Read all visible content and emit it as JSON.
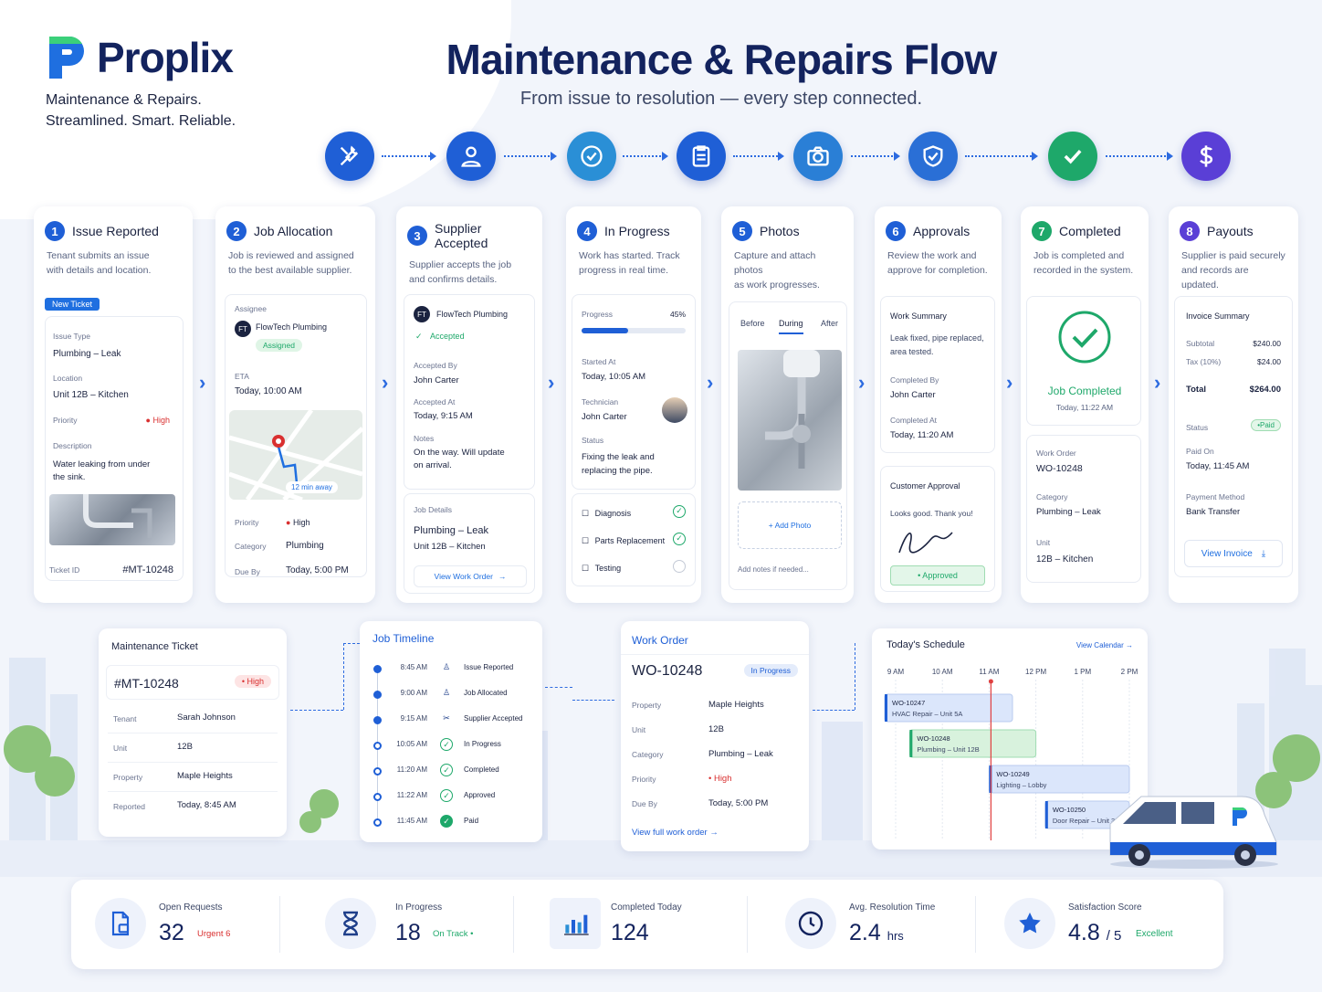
{
  "brand": {
    "name": "Proplix",
    "tagline1": "Maintenance & Repairs.",
    "tagline2": "Streamlined. Smart. Reliable."
  },
  "header": {
    "title": "Maintenance & Repairs Flow",
    "subtitle": "From issue to resolution — every step connected."
  },
  "flow_icons": [
    {
      "icon": "wrench-screwdriver-icon",
      "color": "#1f5fd6"
    },
    {
      "icon": "user-icon",
      "color": "#1f5fd6"
    },
    {
      "icon": "check-circle-icon",
      "color": "#2a8fd6"
    },
    {
      "icon": "clipboard-icon",
      "color": "#1f5fd6"
    },
    {
      "icon": "camera-icon",
      "color": "#2a7fd6"
    },
    {
      "icon": "shield-check-icon",
      "color": "#2a6fd6"
    },
    {
      "icon": "checkmark-icon",
      "color": "#1ea86a"
    },
    {
      "icon": "dollar-icon",
      "color": "#5a3fd6"
    }
  ],
  "steps": [
    {
      "num": "1",
      "title": "Issue Reported",
      "desc1": "Tenant submits an issue",
      "desc2": "with details and location.",
      "badge": "New Ticket",
      "issue_type_label": "Issue Type",
      "issue_type": "Plumbing – Leak",
      "location_label": "Location",
      "location": "Unit 12B – Kitchen",
      "priority_label": "Priority",
      "priority": "High",
      "description_label": "Description",
      "description1": "Water leaking from under",
      "description2": "the sink.",
      "ticket_label": "Ticket ID",
      "ticket_id": "#MT-10248"
    },
    {
      "num": "2",
      "title": "Job Allocation",
      "desc1": "Job is reviewed and assigned",
      "desc2": "to the best available supplier.",
      "assignee_label": "Assignee",
      "initials": "FT",
      "supplier": "FlowTech Plumbing",
      "status": "Assigned",
      "eta_label": "ETA",
      "eta": "Today, 10:00 AM",
      "map_badge": "12 min away",
      "priority_label": "Priority",
      "priority": "High",
      "category_label": "Category",
      "category": "Plumbing",
      "due_label": "Due By",
      "due": "Today, 5:00 PM"
    },
    {
      "num": "3",
      "title": "Supplier Accepted",
      "desc1": "Supplier accepts the job",
      "desc2": "and confirms details.",
      "initials": "FT",
      "supplier": "FlowTech Plumbing",
      "status": "Accepted",
      "accepted_by_label": "Accepted By",
      "accepted_by": "John Carter",
      "accepted_at_label": "Accepted At",
      "accepted_at": "Today, 9:15 AM",
      "notes_label": "Notes",
      "notes1": "On the way. Will update",
      "notes2": "on arrival.",
      "job_details_label": "Job Details",
      "job_title": "Plumbing – Leak",
      "job_unit": "Unit 12B – Kitchen",
      "link": "View Work Order"
    },
    {
      "num": "4",
      "title": "In Progress",
      "desc1": "Work has started. Track",
      "desc2": "progress in real time.",
      "progress_label": "Progress",
      "progress_text": "45%",
      "progress": 0.45,
      "started_label": "Started At",
      "started": "Today, 10:05 AM",
      "tech_label": "Technician",
      "tech": "John Carter",
      "status_label": "Status",
      "status1": "Fixing the leak and",
      "status2": "replacing the pipe.",
      "checklist": [
        {
          "label": "Diagnosis",
          "done": true
        },
        {
          "label": "Parts Replacement",
          "done": true
        },
        {
          "label": "Testing",
          "done": false
        }
      ]
    },
    {
      "num": "5",
      "title": "Photos",
      "desc1": "Capture and attach photos",
      "desc2": "as work progresses.",
      "tabs": [
        "Before",
        "During",
        "After"
      ],
      "active_tab": "During",
      "add_photo": "+ Add Photo",
      "notes_placeholder": "Add notes if needed..."
    },
    {
      "num": "6",
      "title": "Approvals",
      "desc1": "Review the work and",
      "desc2": "approve for completion.",
      "summary_label": "Work Summary",
      "summary1": "Leak fixed, pipe replaced,",
      "summary2": "area tested.",
      "completed_by_label": "Completed By",
      "completed_by": "John Carter",
      "completed_at_label": "Completed At",
      "completed_at": "Today, 11:20 AM",
      "customer_label": "Customer Approval",
      "customer_note": "Looks good. Thank you!",
      "approved": "• Approved"
    },
    {
      "num": "7",
      "title": "Completed",
      "desc1": "Job is completed and",
      "desc2": "recorded in the system.",
      "done_title": "Job Completed",
      "done_time": "Today, 11:22 AM",
      "wo_label": "Work Order",
      "wo": "WO-10248",
      "category_label": "Category",
      "category": "Plumbing – Leak",
      "unit_label": "Unit",
      "unit": "12B – Kitchen"
    },
    {
      "num": "8",
      "title": "Payouts",
      "desc1": "Supplier is paid securely",
      "desc2": "and records are updated.",
      "invoice_label": "Invoice Summary",
      "subtotal_label": "Subtotal",
      "subtotal": "$240.00",
      "tax_label": "Tax (10%)",
      "tax": "$24.00",
      "total_label": "Total",
      "total": "$264.00",
      "status_label": "Status",
      "status": "•Paid",
      "paid_on_label": "Paid On",
      "paid_on": "Today, 11:45 AM",
      "method_label": "Payment Method",
      "method": "Bank Transfer",
      "button": "View Invoice"
    }
  ],
  "ticket": {
    "title": "Maintenance Ticket",
    "id": "#MT-10248",
    "priority": "• High",
    "rows": [
      [
        "Tenant",
        "Sarah Johnson"
      ],
      [
        "Unit",
        "12B"
      ],
      [
        "Property",
        "Maple Heights"
      ],
      [
        "Reported",
        "Today, 8:45 AM"
      ]
    ]
  },
  "timeline": {
    "title": "Job Timeline",
    "items": [
      {
        "time": "8:45 AM",
        "label": "Issue Reported",
        "icon": "user-icon"
      },
      {
        "time": "9:00 AM",
        "label": "Job Allocated",
        "icon": "user-icon"
      },
      {
        "time": "9:15 AM",
        "label": "Supplier Accepted",
        "icon": "tools-icon"
      },
      {
        "time": "10:05 AM",
        "label": "In Progress",
        "icon": "check-circle-icon"
      },
      {
        "time": "11:20 AM",
        "label": "Completed",
        "icon": "check-circle-icon"
      },
      {
        "time": "11:22 AM",
        "label": "Approved",
        "icon": "check-circle-icon"
      },
      {
        "time": "11:45 AM",
        "label": "Paid",
        "icon": "check-filled-icon"
      }
    ]
  },
  "work_order": {
    "title": "Work Order",
    "id": "WO-10248",
    "status": "In Progress",
    "rows": [
      [
        "Property",
        "Maple Heights"
      ],
      [
        "Unit",
        "12B"
      ],
      [
        "Category",
        "Plumbing – Leak"
      ],
      [
        "Priority",
        "• High"
      ],
      [
        "Due By",
        "Today, 5:00 PM"
      ]
    ],
    "link": "View full work order"
  },
  "schedule": {
    "title": "Today's Schedule",
    "link": "View Calendar",
    "hours": [
      "9 AM",
      "10 AM",
      "11 AM",
      "12 PM",
      "1 PM",
      "2 PM"
    ],
    "jobs": [
      {
        "id": "WO-10247",
        "desc": "HVAC Repair – Unit 5A",
        "start": 9.0,
        "end": 11.5,
        "color": "#dbe6fb"
      },
      {
        "id": "WO-10248",
        "desc": "Plumbing – Unit 12B",
        "start": 9.3,
        "end": 12.0,
        "color": "#d8f2dd"
      },
      {
        "id": "WO-10249",
        "desc": "Lighting – Lobby",
        "start": 11.0,
        "end": 14.0,
        "color": "#dbe6fb"
      },
      {
        "id": "WO-10250",
        "desc": "Door Repair – Unit 3C",
        "start": 12.2,
        "end": 14.0,
        "color": "#dbe6fb"
      }
    ],
    "now": 11.0
  },
  "stats": [
    {
      "label": "Open Requests",
      "value": "32",
      "extra": "Urgent 6",
      "extra_color": "#d93030",
      "icon": "document-icon"
    },
    {
      "label": "In Progress",
      "value": "18",
      "extra": "On Track •",
      "extra_color": "#1ea86a",
      "icon": "hourglass-icon"
    },
    {
      "label": "Completed Today",
      "value": "124",
      "extra": "",
      "extra_color": "#1ea86a",
      "icon": "bar-chart-icon"
    },
    {
      "label": "Avg. Resolution Time",
      "value": "2.4",
      "unit": "hrs",
      "extra": "",
      "extra_color": "#1ea86a",
      "icon": "clock-icon"
    },
    {
      "label": "Satisfaction Score",
      "value": "4.8",
      "unit": "/ 5",
      "extra": "Excellent",
      "extra_color": "#1ea86a",
      "icon": "star-icon"
    }
  ],
  "colors": {
    "blue": "#1f5fd6",
    "green": "#1ea86a",
    "red": "#d93030",
    "navy": "#13235e"
  }
}
